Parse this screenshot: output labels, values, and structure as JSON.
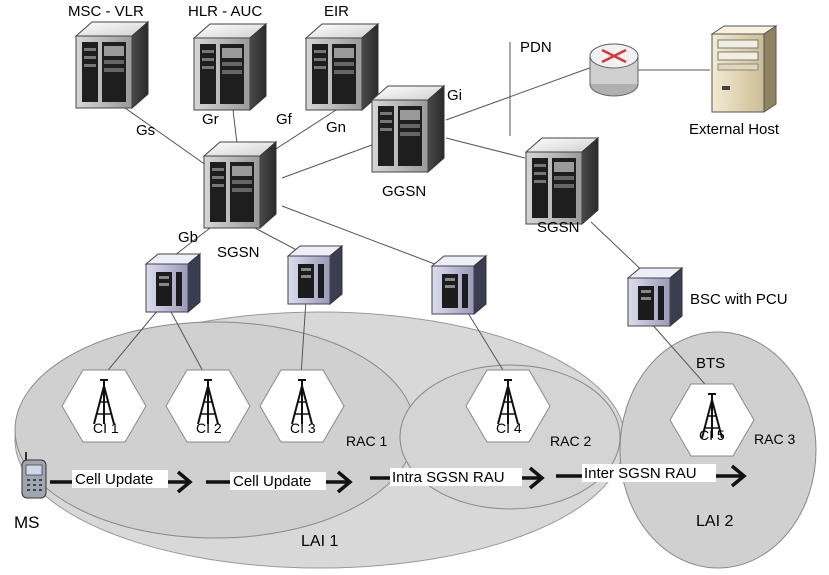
{
  "core_nodes": {
    "msc_vlr": "MSC - VLR",
    "hlr_auc": "HLR - AUC",
    "eir": "EIR",
    "sgsn_main": "SGSN",
    "ggsn": "GGSN",
    "sgsn_second": "SGSN",
    "pdn": "PDN",
    "external_host": "External Host",
    "bsc_pcu": "BSC with PCU",
    "bts": "BTS",
    "ms": "MS"
  },
  "interfaces": {
    "gs": "Gs",
    "gr": "Gr",
    "gf": "Gf",
    "gn": "Gn",
    "gi": "Gi",
    "gb": "Gb"
  },
  "cells": [
    "CI 1",
    "CI 2",
    "CI 3",
    "CI 4",
    "CI 5"
  ],
  "routing_areas": [
    "RAC 1",
    "RAC 2",
    "RAC 3"
  ],
  "location_areas": [
    "LAI 1",
    "LAI 2"
  ],
  "updates": [
    "Cell Update",
    "Cell Update",
    "Intra SGSN RAU",
    "Inter SGSN RAU"
  ],
  "colors": {
    "area_fill": "#d8d8d8",
    "router_accent": "#d23a3a",
    "line": "#555555",
    "server_front": "#b0b0b0",
    "server_top": "#ececec",
    "server_side": "#5e5e5e"
  }
}
